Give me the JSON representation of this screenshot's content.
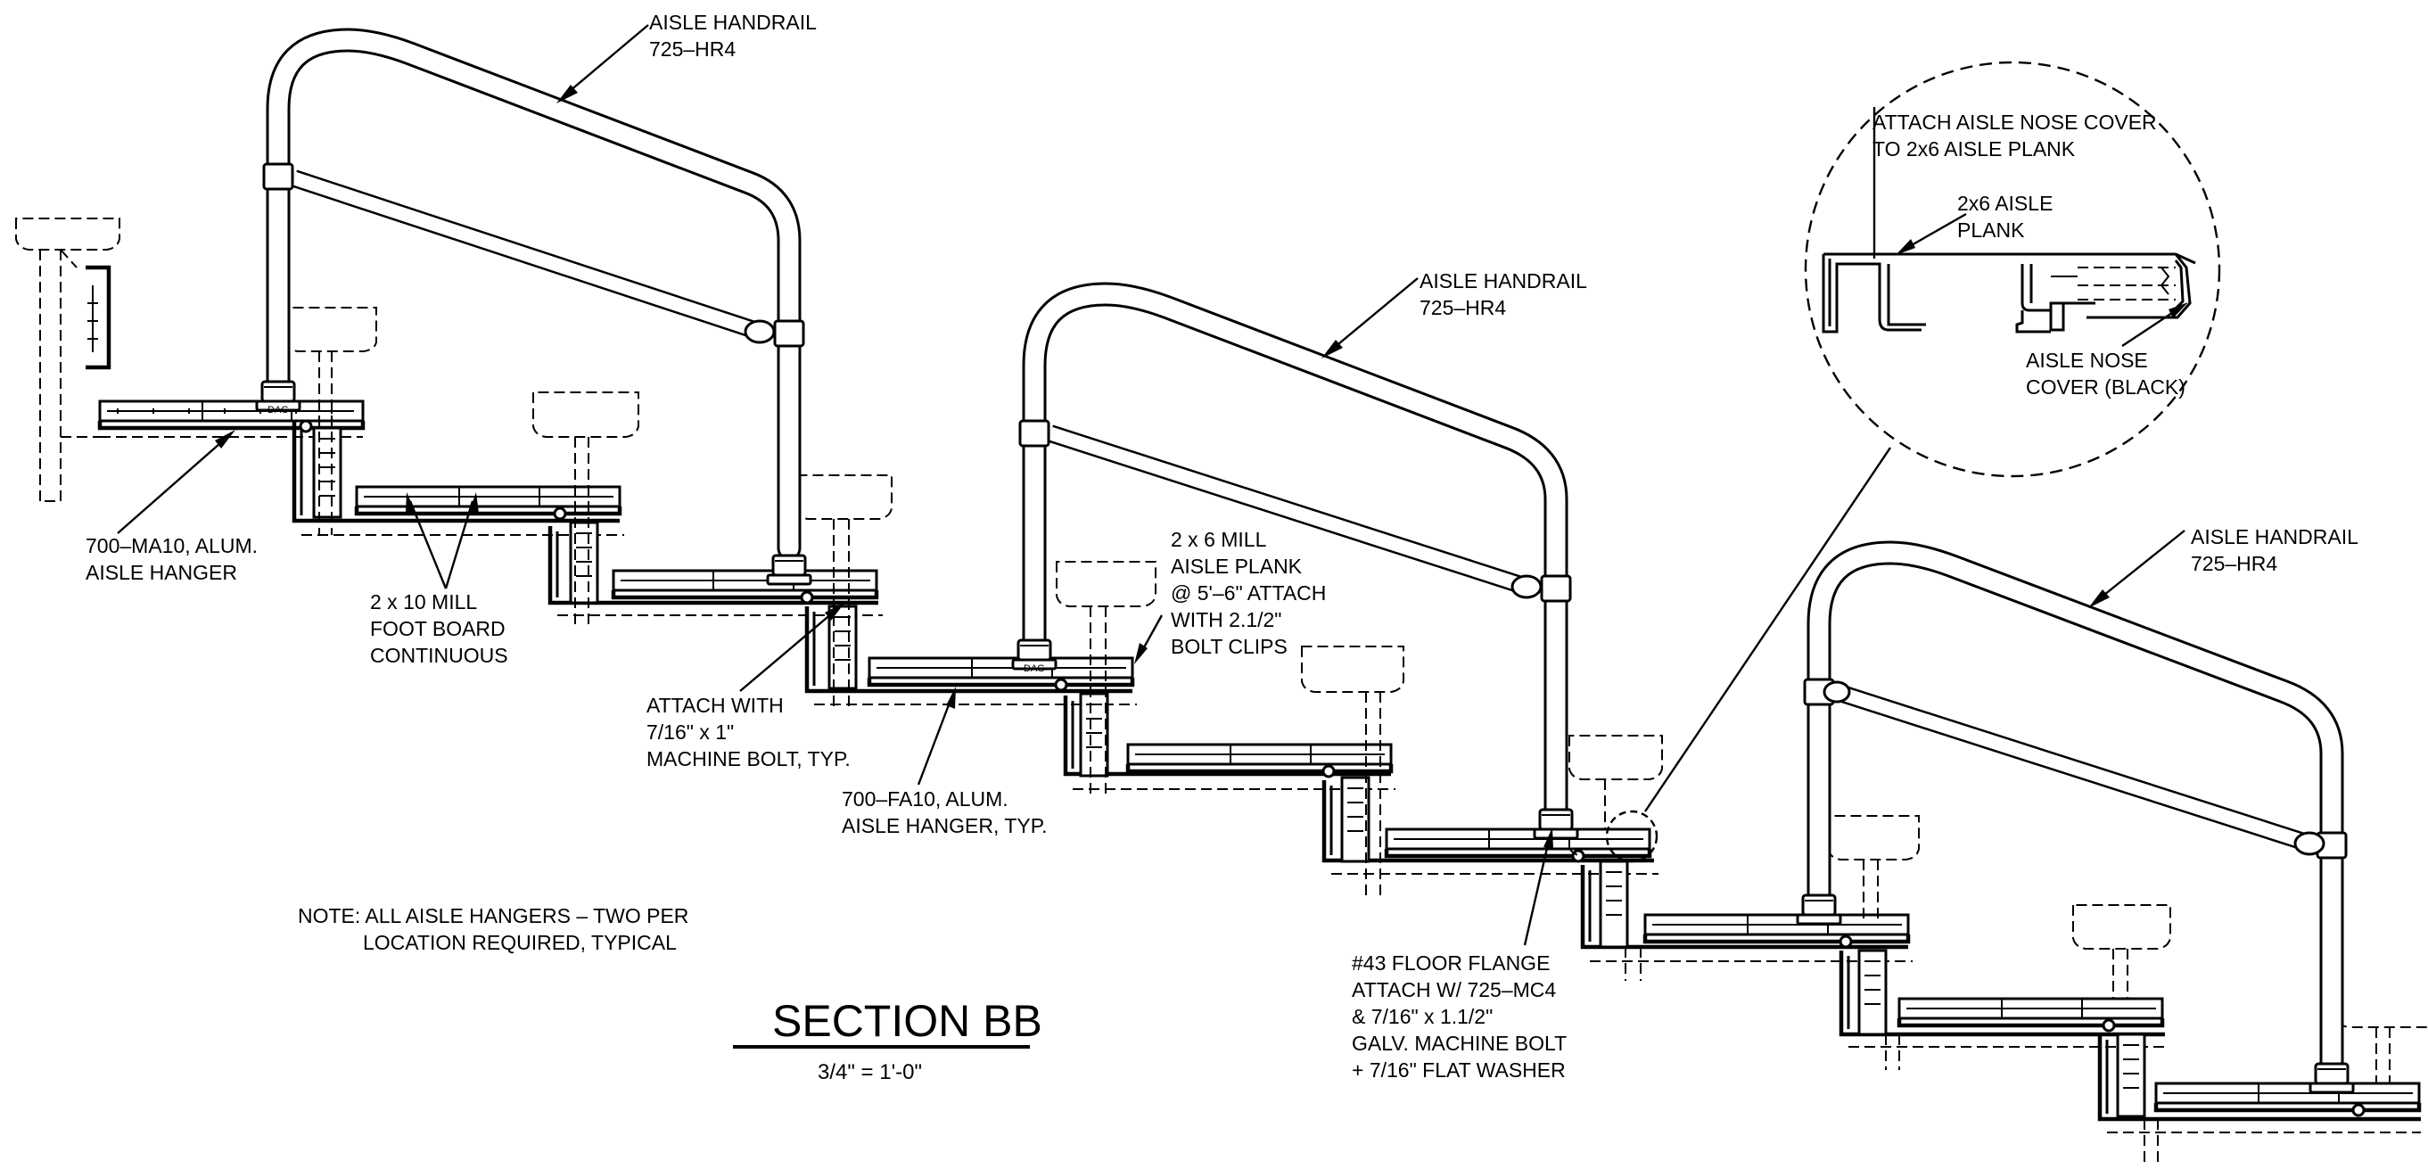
{
  "section": {
    "title": "SECTION BB",
    "scale": "3/4\" = 1'-0\""
  },
  "note": {
    "line1": "NOTE:  ALL AISLE HANGERS – TWO PER",
    "line2": "LOCATION REQUIRED, TYPICAL"
  },
  "handrail_label": {
    "line1": "AISLE HANDRAIL",
    "line2": "725–HR4"
  },
  "callouts": {
    "ma10": {
      "line1": "700–MA10, ALUM.",
      "line2": "AISLE HANGER"
    },
    "foot_board": {
      "line1": "2 x 10 MILL",
      "line2": "FOOT BOARD",
      "line3": "CONTINUOUS"
    },
    "machine_bolt": {
      "line1": "ATTACH WITH",
      "line2": "7/16\" x 1\"",
      "line3": "MACHINE BOLT, TYP."
    },
    "fa10": {
      "line1": "700–FA10, ALUM.",
      "line2": "AISLE HANGER, TYP."
    },
    "aisle_plank": {
      "line1": "2 x 6  MILL",
      "line2": "AISLE PLANK",
      "line3": "@ 5'–6\" ATTACH",
      "line4": "WITH 2.1/2\"",
      "line5": "BOLT CLIPS"
    },
    "floor_flange": {
      "line1": "#43 FLOOR FLANGE",
      "line2": "ATTACH W/ 725–MC4",
      "line3": "& 7/16\" x 1.1/2\"",
      "line4": "GALV. MACHINE BOLT",
      "line5": "+ 7/16\" FLAT WASHER"
    }
  },
  "detail": {
    "nose_cover": {
      "line1": "ATTACH AISLE NOSE COVER",
      "line2": "TO 2x6 AISLE PLANK"
    },
    "plank": {
      "line1": "2x6 AISLE",
      "line2": "PLANK"
    },
    "cover": {
      "line1": "AISLE NOSE",
      "line2": "COVER (BLACK)"
    }
  },
  "flange_mark": "DAG"
}
